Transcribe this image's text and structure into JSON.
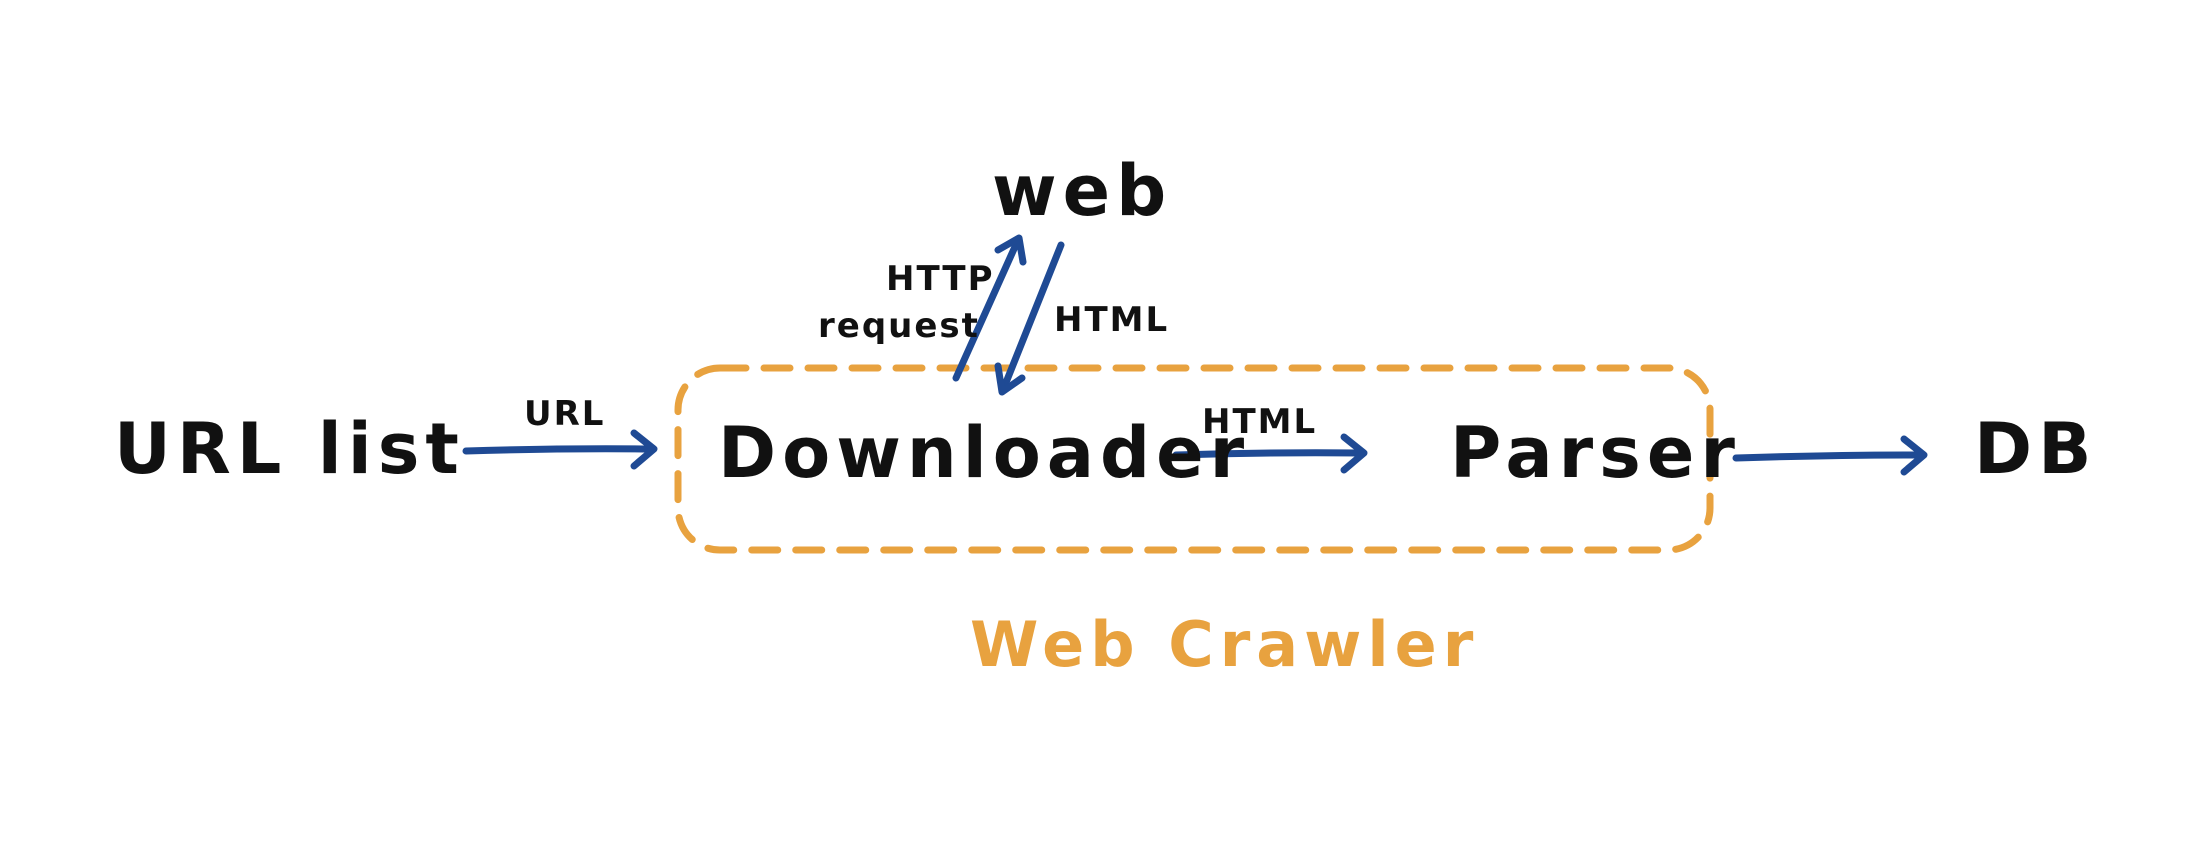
{
  "nodes": {
    "url_list": "URL list",
    "downloader": "Downloader",
    "parser": "Parser",
    "db": "DB",
    "web": "web"
  },
  "edges": {
    "url": "URL",
    "http_request_line1": "HTTP",
    "http_request_line2": "request",
    "html_from_web": "HTML",
    "html_to_parser": "HTML"
  },
  "group": {
    "label": "Web Crawler"
  },
  "colors": {
    "arrow": "#1f4a94",
    "group": "#e8a23f",
    "text": "#111111"
  }
}
